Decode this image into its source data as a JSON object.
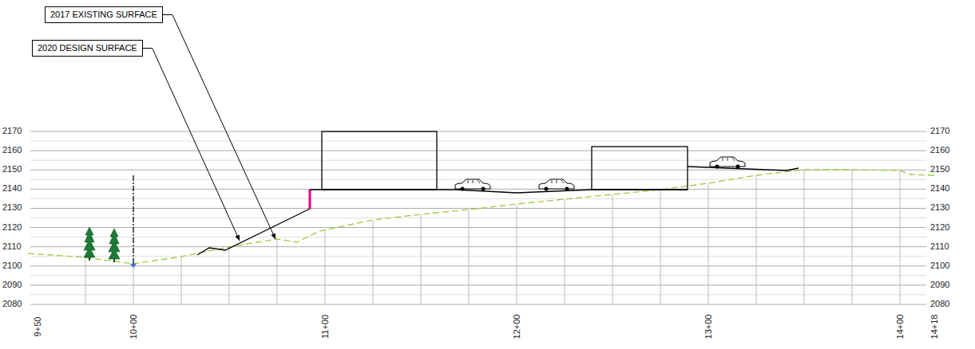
{
  "diagram": {
    "nodes": [
      {
        "text": [
          "2017 EXISTING SURFACE"
        ]
      },
      {
        "text": [
          "2020 DESIGN SURFACE"
        ]
      }
    ],
    "labels": [
      "2170",
      "2160",
      "2150",
      "2140",
      "2130",
      "2120",
      "2110",
      "2100",
      "2090",
      "2080",
      "2170",
      "2160",
      "2150",
      "2140",
      "2130",
      "2120",
      "2110",
      "2100",
      "2090",
      "2080",
      "9+50",
      "10+00",
      "11+00",
      "12+00",
      "13+00",
      "14+00",
      "14+18"
    ]
  }
}
